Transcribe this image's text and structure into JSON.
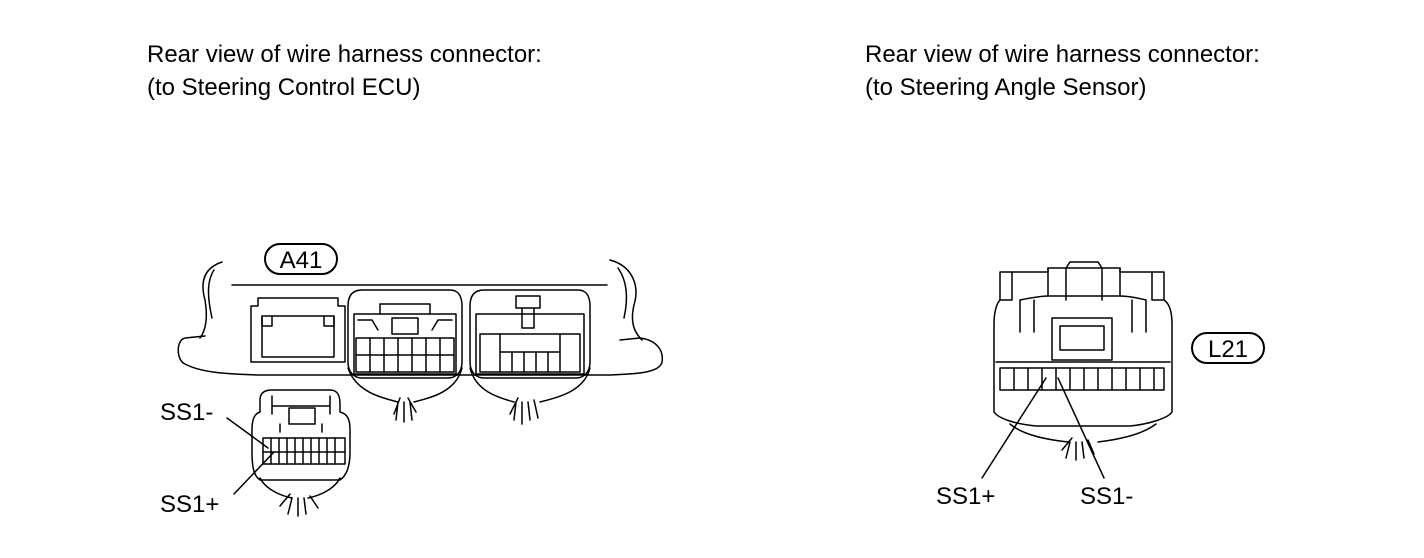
{
  "left": {
    "caption_line1": "Rear view of wire harness connector:",
    "caption_line2": "(to Steering Control ECU)",
    "connector_code": "A41",
    "pin_top_label": "SS1-",
    "pin_bottom_label": "SS1+"
  },
  "right": {
    "caption_line1": "Rear view of wire harness connector:",
    "caption_line2": "(to Steering Angle Sensor)",
    "connector_code": "L21",
    "pin_left_label": "SS1+",
    "pin_right_label": "SS1-"
  }
}
